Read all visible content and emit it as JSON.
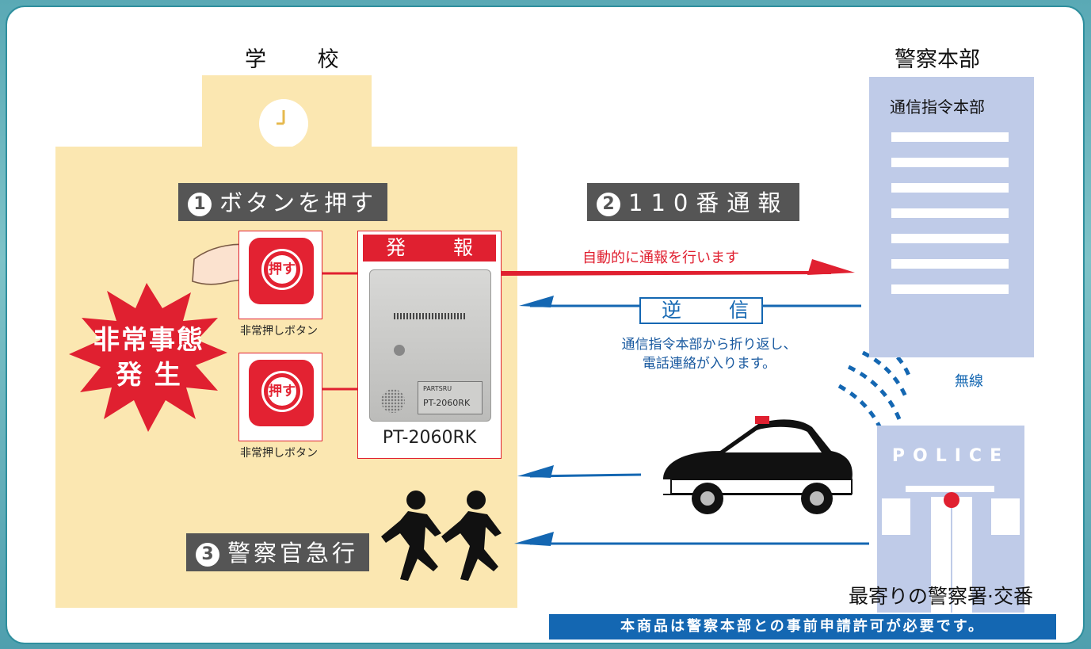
{
  "school": {
    "title": "学 校",
    "step1": {
      "num": "1",
      "label": "ボタンを押す"
    },
    "buttons": [
      {
        "label": "押す",
        "caption": "非常押しボタン"
      },
      {
        "label": "押す",
        "caption": "非常押しボタン"
      }
    ],
    "emergency": {
      "line1": "非常事態",
      "line2": "発 生"
    },
    "device": {
      "banner": "発 報",
      "model": "PT-2060RK",
      "plate_brand": "PARTSRU",
      "plate_model": "PT-2060RK"
    },
    "step3": {
      "num": "3",
      "label": "警察官急行"
    }
  },
  "flow": {
    "step2": {
      "num": "2",
      "label": "110番通報"
    },
    "report_text": "自動的に通報を行います",
    "callback_label": "逆 信",
    "callback_note_1": "通信指令本部から折り返し、",
    "callback_note_2": "電話連絡が入ります。"
  },
  "police_hq": {
    "title": "警察本部",
    "subtitle": "通信指令本部",
    "radio_label": "無線"
  },
  "station": {
    "sign": "POLICE",
    "caption": "最寄りの警察署·交番"
  },
  "notice": "本商品は警察本部との事前申請許可が必要です。",
  "colors": {
    "red": "#e02030",
    "blue": "#1467b2",
    "school": "#fbe7b1",
    "police": "#bfcbe8",
    "step": "#555555"
  }
}
